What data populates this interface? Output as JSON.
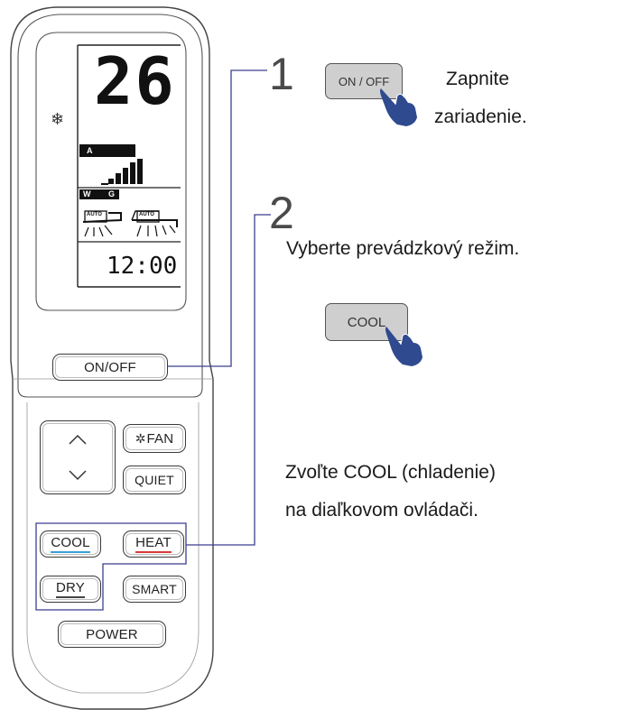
{
  "remote": {
    "display": {
      "temperature": "26",
      "mode_bar_label": "A",
      "swing_labels": [
        "W",
        "G"
      ],
      "auto_badge_left": "AUTO",
      "auto_badge_right": "AUTO",
      "clock": "12:00"
    },
    "buttons": {
      "on_off": "ON/OFF",
      "fan": "FAN",
      "quiet": "QUIET",
      "cool": "COOL",
      "heat": "HEAT",
      "dry": "DRY",
      "smart": "SMART",
      "power": "POWER"
    }
  },
  "steps": [
    {
      "number": "1",
      "button_label": "ON / OFF",
      "text_lines": [
        "Zapnite",
        "zariadenie."
      ]
    },
    {
      "number": "2",
      "heading": "Vyberte prevádzkový režim.",
      "button_label": "COOL",
      "text_lines": [
        "Zvoľte COOL (chladenie)",
        "na diaľkovom ovládači."
      ]
    }
  ],
  "colors": {
    "connector": "#3a3f8f",
    "cool_underline": "#3aa0d8",
    "heat_underline": "#d83a3a",
    "hand": "#2f4a8f"
  }
}
